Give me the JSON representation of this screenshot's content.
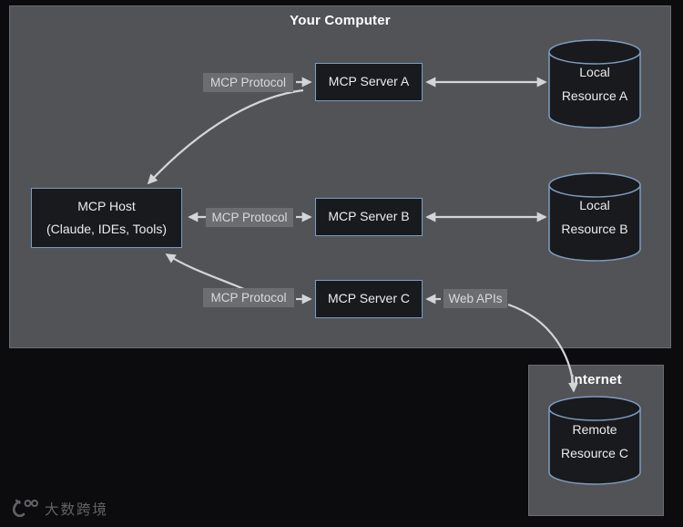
{
  "diagram": {
    "computer_panel": {
      "title": "Your Computer"
    },
    "internet_panel": {
      "title": "Internet"
    },
    "host": {
      "line1": "MCP Host",
      "line2": "(Claude, IDEs, Tools)"
    },
    "servers": [
      {
        "label": "MCP Server A"
      },
      {
        "label": "MCP Server B"
      },
      {
        "label": "MCP Server C"
      }
    ],
    "resources": [
      {
        "line1": "Local",
        "line2": "Resource A"
      },
      {
        "line1": "Local",
        "line2": "Resource B"
      },
      {
        "line1": "Remote",
        "line2": "Resource C"
      }
    ],
    "edges": {
      "protocol_a": "MCP Protocol",
      "protocol_b": "MCP Protocol",
      "protocol_c": "MCP Protocol",
      "web_apis": "Web APIs"
    },
    "colors": {
      "background": "#0c0c0e",
      "panel": "#525357",
      "panel_border": "#6b6c70",
      "node_fill": "#181a1e",
      "node_border": "#7d9cc0",
      "arrow": "#d4d5d6",
      "chip_bg": "#6c6d71",
      "text": "#ececec"
    }
  },
  "watermark": {
    "brand": "大数跨境"
  }
}
